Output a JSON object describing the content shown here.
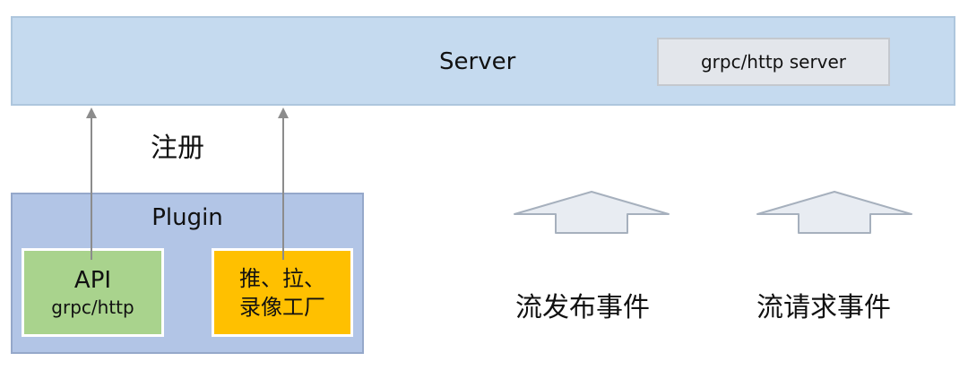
{
  "server": {
    "label": "Server",
    "grpc_label": "grpc/http server"
  },
  "register_label": "注册",
  "plugin": {
    "label": "Plugin",
    "api": {
      "title": "API",
      "subtitle": "grpc/http"
    },
    "factory": {
      "line1": "推、拉、",
      "line2": "录像工厂"
    }
  },
  "events": {
    "publish_label": "流发布事件",
    "request_label": "流请求事件"
  },
  "colors": {
    "server_fill": "#c5daef",
    "grpc_fill": "#e3e6eb",
    "plugin_fill": "#b2c5e6",
    "api_fill": "#a9d38d",
    "factory_fill": "#ffc000",
    "arrow_gray": "#8c8c8c",
    "event_arrow_fill": "#e8ecf2",
    "event_arrow_stroke": "#a6b0bd"
  }
}
